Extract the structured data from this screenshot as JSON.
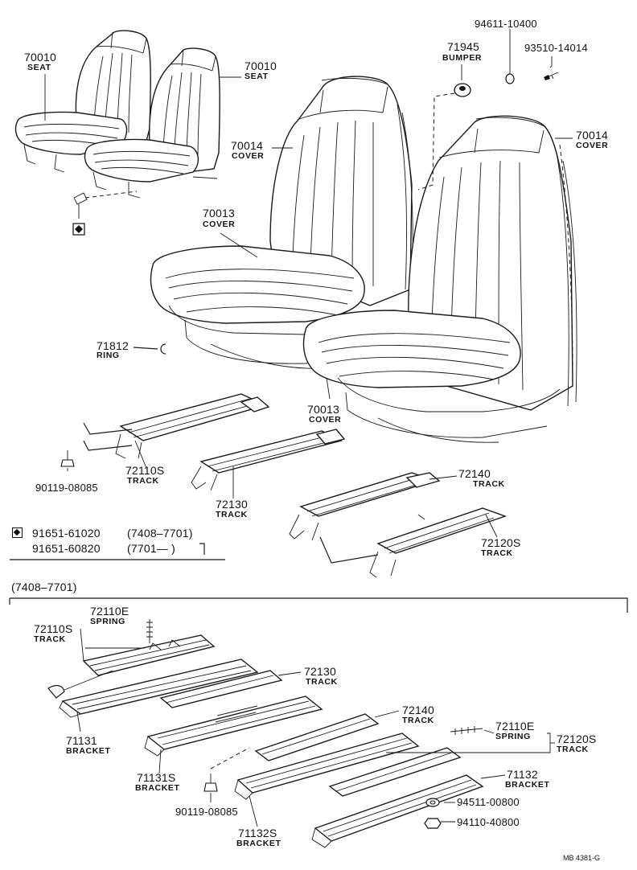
{
  "labels": {
    "seat_l": {
      "part": "70010",
      "desc": "SEAT"
    },
    "seat_r": {
      "part": "70010",
      "desc": "SEAT"
    },
    "cover_back_l": {
      "part": "70014",
      "desc": "COVER"
    },
    "cover_back_r": {
      "part": "70014",
      "desc": "COVER"
    },
    "cover_cush_l": {
      "part": "70013",
      "desc": "COVER"
    },
    "cover_cush_r": {
      "part": "70013",
      "desc": "COVER"
    },
    "bumper": {
      "part": "71945",
      "desc": "BUMPER"
    },
    "p94611": {
      "part": "94611-10400"
    },
    "p93510": {
      "part": "93510-14014"
    },
    "ring": {
      "part": "71812",
      "desc": "RING"
    },
    "track_72110s": {
      "part": "72110S",
      "desc": "TRACK"
    },
    "track_72130": {
      "part": "72130",
      "desc": "TRACK"
    },
    "track_72140": {
      "part": "72140",
      "desc": "TRACK"
    },
    "track_72120s": {
      "part": "72120S",
      "desc": "TRACK"
    },
    "bolt_upper": {
      "part": "90119-08085"
    },
    "bolt_lower": {
      "part": "90119-08085"
    },
    "b72110e_l": {
      "part": "72110E",
      "desc": "SPRING"
    },
    "b72110s": {
      "part": "72110S",
      "desc": "TRACK"
    },
    "b72130": {
      "part": "72130",
      "desc": "TRACK"
    },
    "b72140": {
      "part": "72140",
      "desc": "TRACK"
    },
    "b72110e_r": {
      "part": "72110E",
      "desc": "SPRING"
    },
    "b72120s": {
      "part": "72120S",
      "desc": "TRACK"
    },
    "b71131": {
      "part": "71131",
      "desc": "BRACKET"
    },
    "b71131s": {
      "part": "71131S",
      "desc": "BRACKET"
    },
    "b71132": {
      "part": "71132",
      "desc": "BRACKET"
    },
    "b71132s": {
      "part": "71132S",
      "desc": "BRACKET"
    },
    "p94511": {
      "part": "94511-00800"
    },
    "p94110": {
      "part": "94110-40800"
    }
  },
  "legend": [
    {
      "part": "91651-61020",
      "range": "(7408–7701)"
    },
    {
      "part": "91651-60820",
      "range": "(7701—      )"
    }
  ],
  "section_title": "(7408–7701)",
  "figure_code": "MB 4381-G"
}
